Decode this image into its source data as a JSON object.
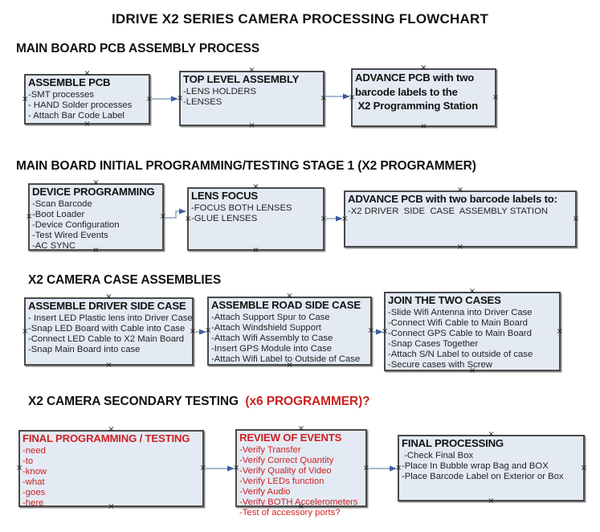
{
  "title": "IDRIVE X2  SERIES CAMERA PROCESSING FLOWCHART",
  "anchor_glyph": "×",
  "colors": {
    "box_fill": "#e4eaf4",
    "box_border": "#4a4a4a",
    "arrow_line": "#8aa0c6",
    "arrow_head": "#3e5d9e",
    "red_text": "#cc2222"
  },
  "sections": [
    {
      "heading": "MAIN BOARD PCB ASSEMBLY PROCESS",
      "heading_red": "",
      "boxes": [
        {
          "title": "ASSEMBLE PCB",
          "lines": [
            "-SMT processes",
            "- HAND Solder processes",
            "- Attach Bar Code Label"
          ]
        },
        {
          "title": "TOP LEVEL ASSEMBLY",
          "lines": [
            "-LENS HOLDERS",
            "-LENSES"
          ]
        },
        {
          "title": "",
          "lines": [
            "ADVANCE PCB with two",
            "barcode labels to the",
            " X2 Programming Station"
          ]
        }
      ]
    },
    {
      "heading": "MAIN BOARD INITIAL PROGRAMMING/TESTING STAGE 1 (X2 PROGRAMMER)",
      "heading_red": "",
      "boxes": [
        {
          "title": "DEVICE PROGRAMMING",
          "lines": [
            "-Scan Barcode",
            "-Boot Loader",
            "-Device Configuration",
            "-Test Wired Events",
            "-AC SYNC"
          ]
        },
        {
          "title": "LENS FOCUS",
          "lines": [
            "-FOCUS BOTH LENSES",
            "-GLUE LENSES"
          ]
        },
        {
          "title": "ADVANCE PCB with two barcode labels to:",
          "lines": [
            "-X2 DRIVER  SIDE  CASE  ASSEMBLY STATION"
          ]
        }
      ]
    },
    {
      "heading": "X2 CAMERA CASE ASSEMBLIES",
      "heading_red": "",
      "boxes": [
        {
          "title": "ASSEMBLE DRIVER SIDE CASE",
          "lines": [
            "- Insert LED Plastic lens into Driver Case",
            "-Snap LED Board with Cable into Case",
            "-Connect LED Cable to X2 Main Board",
            "-Snap Main Board into case"
          ]
        },
        {
          "title": "ASSEMBLE ROAD SIDE CASE",
          "lines": [
            "-Attach Support Spur to Case",
            "-Attach Windshield Support",
            "-Attach Wifi Assembly to Case",
            "-Insert GPS Module into Case",
            "-Attach Wifi Label to Outside of Case"
          ]
        },
        {
          "title": "JOIN THE TWO CASES",
          "lines": [
            "-Slide Wifi Antenna into Driver Case",
            "-Connect Wifi Cable to Main Board",
            "-Connect GPS Cable to Main Board",
            "-Snap Cases Together",
            "-Attach S/N Label to outside of case",
            "-Secure cases with Screw"
          ]
        }
      ]
    },
    {
      "heading": "X2 CAMERA SECONDARY TESTING ",
      "heading_red": " (x6 PROGRAMMER)?",
      "boxes": [
        {
          "title": "FINAL PROGRAMMING / TESTING",
          "lines": [
            "-need",
            "-to",
            "-know",
            "-what",
            "-goes",
            "-here"
          ]
        },
        {
          "title": "REVIEW OF EVENTS",
          "lines": [
            "-Verify Transfer",
            "-Verify Correct Quantity",
            "-Verify Quality of Video",
            "-Verify LEDs function",
            "-Verify Audio",
            "-Verify BOTH Accelerometers",
            "-Test of accessory ports?"
          ]
        },
        {
          "title": "FINAL PROCESSING",
          "lines": [
            " -Check Final Box",
            "-Place In Bubble wrap Bag and BOX",
            "-Place Barcode Label on Exterior or Box"
          ]
        }
      ]
    }
  ]
}
